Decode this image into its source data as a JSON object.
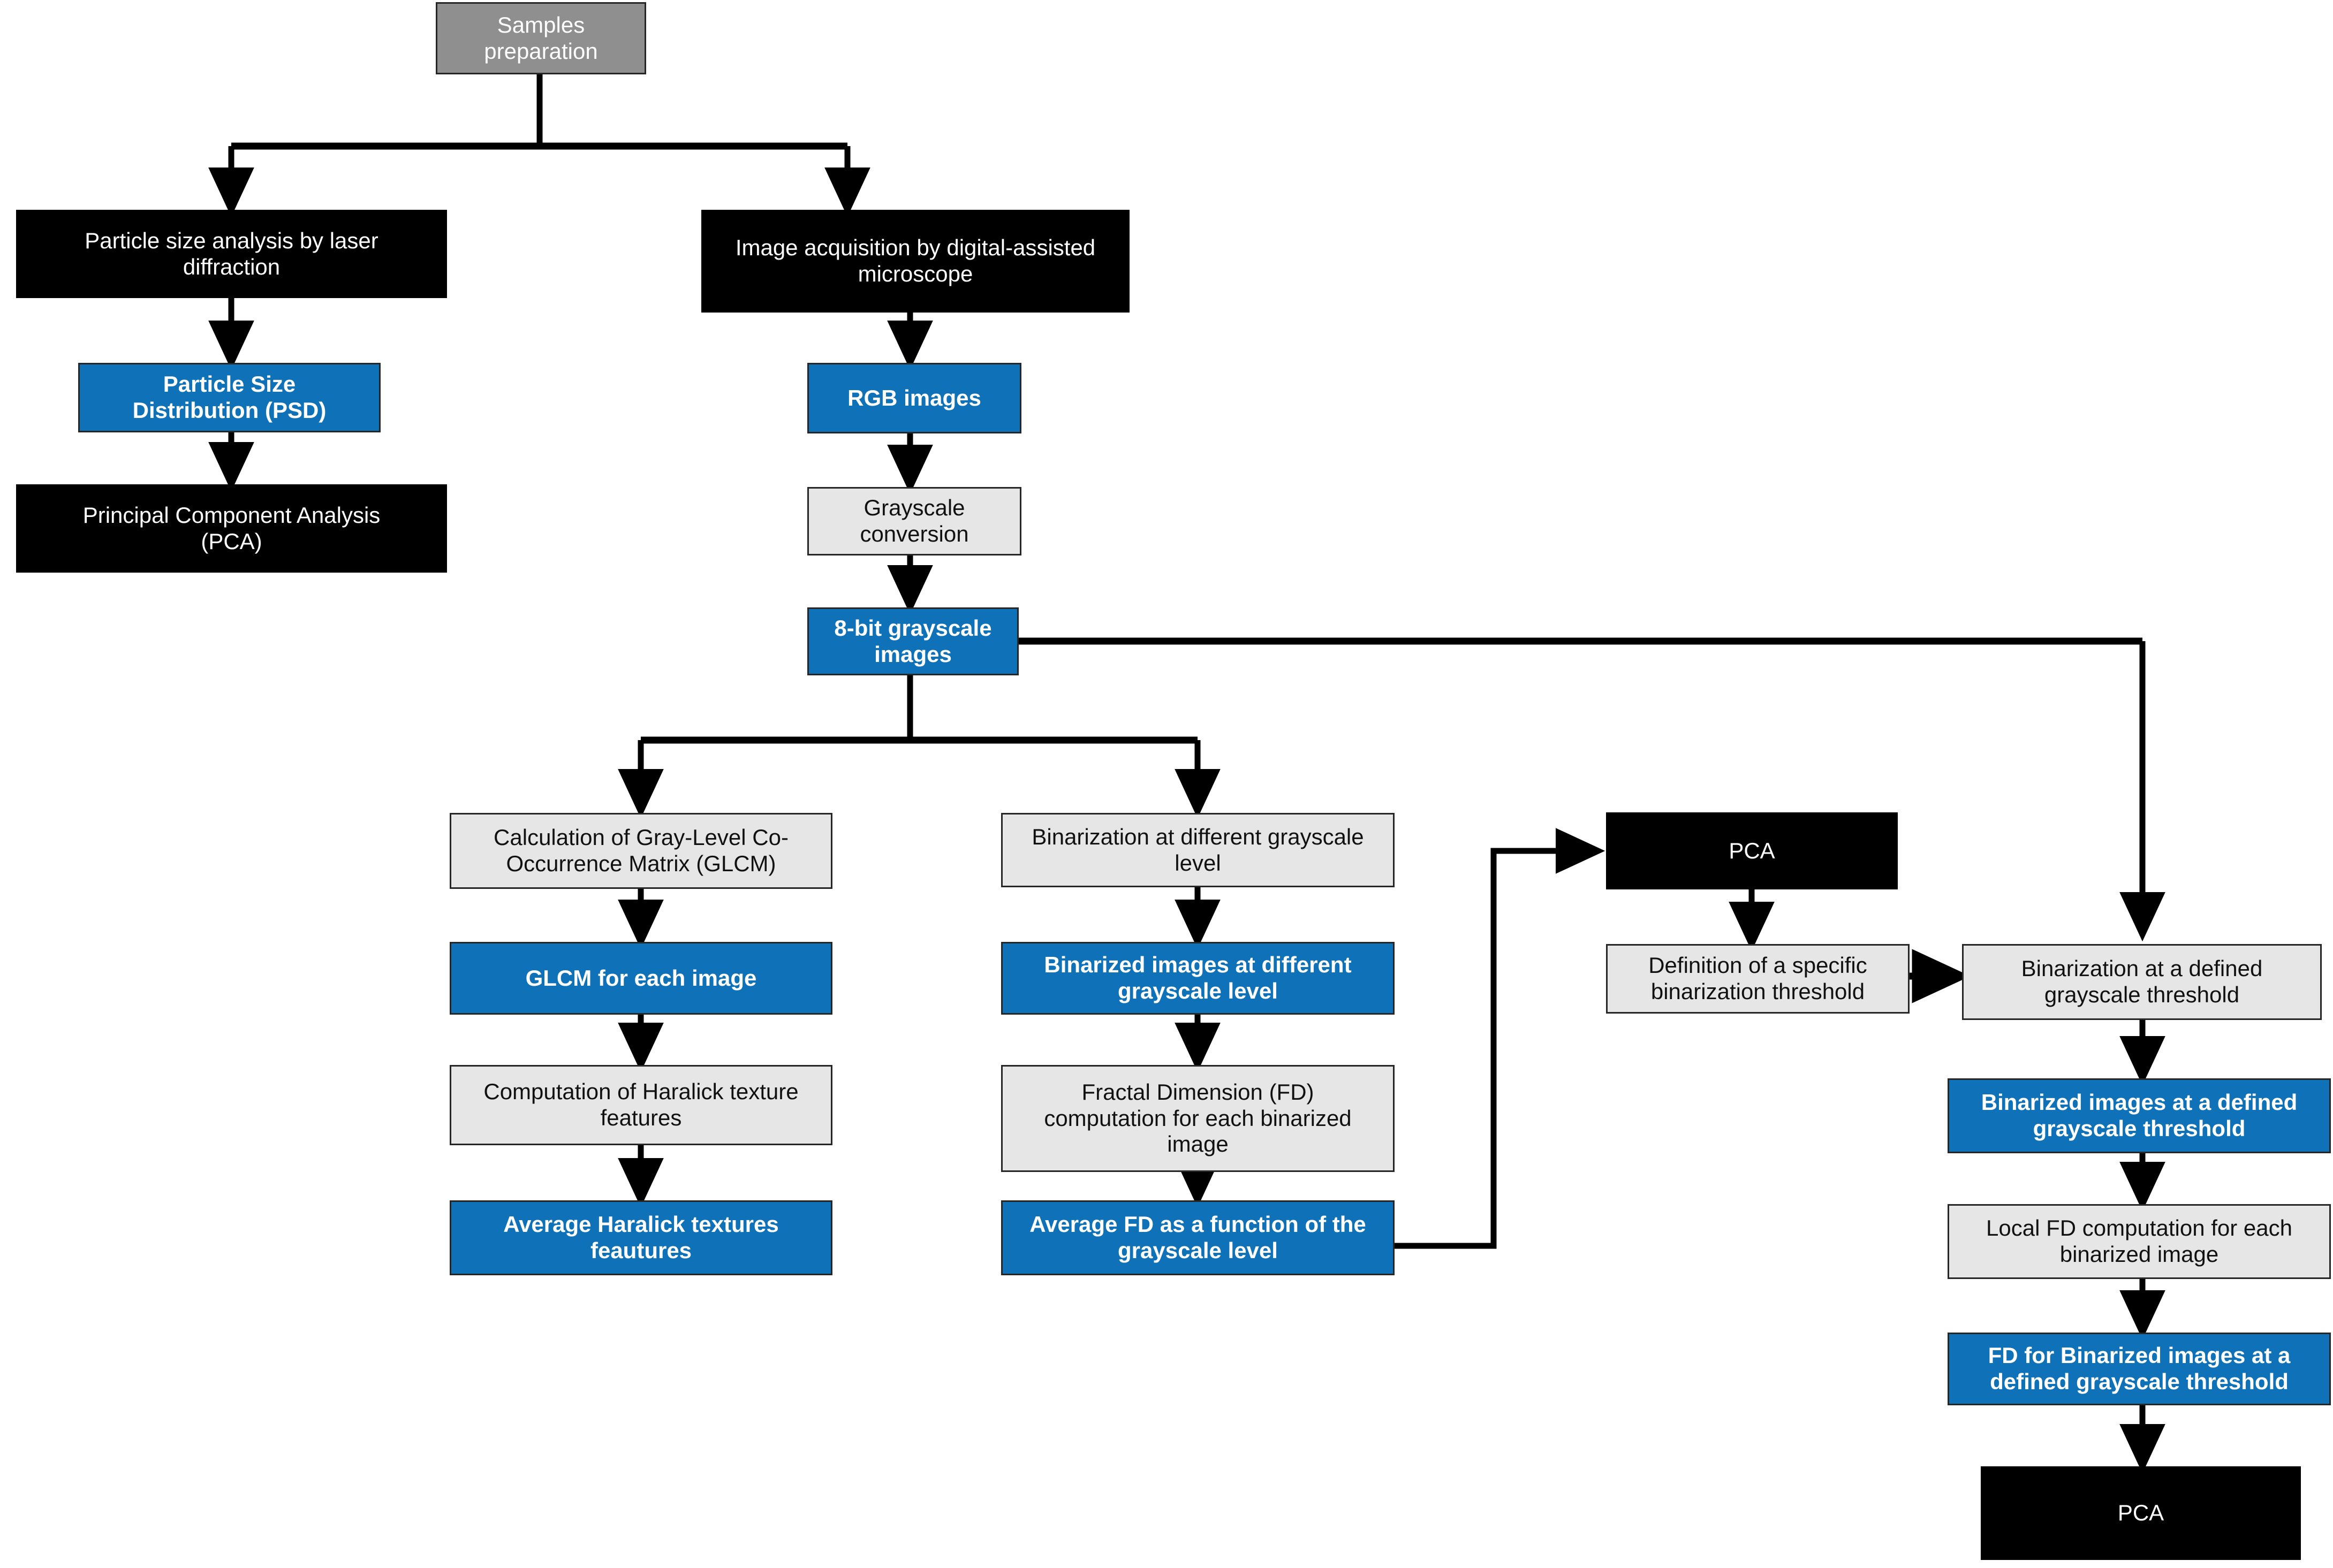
{
  "diagram": {
    "title": "Image and particle-size analysis workflow flowchart",
    "colors": {
      "blue": "#0f72b9",
      "black": "#000000",
      "gray": "#8f8f8f",
      "light_gray": "#e6e6e6",
      "border": "#262626",
      "background": "#ffffff"
    },
    "nodes": {
      "samples_preparation": "Samples\npreparation",
      "particle_size_analysis": "Particle size analysis by laser\ndiffraction",
      "psd": "Particle Size\nDistribution (PSD)",
      "pca_left": "Principal Component Analysis\n(PCA)",
      "image_acquisition": "Image acquisition by digital-assisted\nmicroscope",
      "rgb_images": "RGB images",
      "grayscale_conversion": "Grayscale\nconversion",
      "eight_bit_images": "8-bit grayscale\nimages",
      "glcm_calculation": "Calculation of Gray-Level  Co-\nOccurrence Matrix  (GLCM)",
      "glcm_each_image": "GLCM for each image",
      "haralick_computation": "Computation of Haralick texture\nfeatures",
      "average_haralick": "Average Haralick textures\nfeautures",
      "binarization_different": "Binarization at different grayscale\nlevel",
      "binarized_different": "Binarized images at different\ngrayscale level",
      "fd_computation": "Fractal Dimension (FD)\ncomputation for each binarized\nimage",
      "average_fd": "Average FD as a function of the\ngrayscale level",
      "pca_middle": "PCA",
      "definition_threshold": "Definition of a specific\nbinarization threshold",
      "binarization_defined": "Binarization at a defined\ngrayscale threshold",
      "binarized_defined": "Binarized images at a defined\ngrayscale threshold",
      "local_fd": "Local FD computation for each\nbinarized image",
      "fd_binarized_defined": "FD for Binarized images at a\ndefined grayscale threshold",
      "pca_right": "PCA"
    },
    "edges": [
      {
        "from": "samples_preparation",
        "to": "particle_size_analysis",
        "style": "solid"
      },
      {
        "from": "samples_preparation",
        "to": "image_acquisition",
        "style": "solid"
      },
      {
        "from": "particle_size_analysis",
        "to": "psd",
        "style": "solid"
      },
      {
        "from": "psd",
        "to": "pca_left",
        "style": "solid"
      },
      {
        "from": "image_acquisition",
        "to": "rgb_images",
        "style": "solid"
      },
      {
        "from": "rgb_images",
        "to": "grayscale_conversion",
        "style": "solid"
      },
      {
        "from": "grayscale_conversion",
        "to": "eight_bit_images",
        "style": "solid"
      },
      {
        "from": "eight_bit_images",
        "to": "glcm_calculation",
        "style": "solid"
      },
      {
        "from": "eight_bit_images",
        "to": "binarization_different",
        "style": "solid"
      },
      {
        "from": "eight_bit_images",
        "to": "binarization_defined",
        "style": "solid"
      },
      {
        "from": "glcm_calculation",
        "to": "glcm_each_image",
        "style": "solid"
      },
      {
        "from": "glcm_each_image",
        "to": "haralick_computation",
        "style": "solid"
      },
      {
        "from": "haralick_computation",
        "to": "average_haralick",
        "style": "solid"
      },
      {
        "from": "binarization_different",
        "to": "binarized_different",
        "style": "solid"
      },
      {
        "from": "binarized_different",
        "to": "fd_computation",
        "style": "solid"
      },
      {
        "from": "fd_computation",
        "to": "average_fd",
        "style": "solid"
      },
      {
        "from": "average_fd",
        "to": "pca_middle",
        "style": "solid"
      },
      {
        "from": "pca_middle",
        "to": "definition_threshold",
        "style": "solid"
      },
      {
        "from": "definition_threshold",
        "to": "binarization_defined",
        "style": "dashed"
      },
      {
        "from": "binarization_defined",
        "to": "binarized_defined",
        "style": "solid"
      },
      {
        "from": "binarized_defined",
        "to": "local_fd",
        "style": "solid"
      },
      {
        "from": "local_fd",
        "to": "fd_binarized_defined",
        "style": "solid"
      },
      {
        "from": "fd_binarized_defined",
        "to": "pca_right",
        "style": "solid"
      }
    ]
  }
}
